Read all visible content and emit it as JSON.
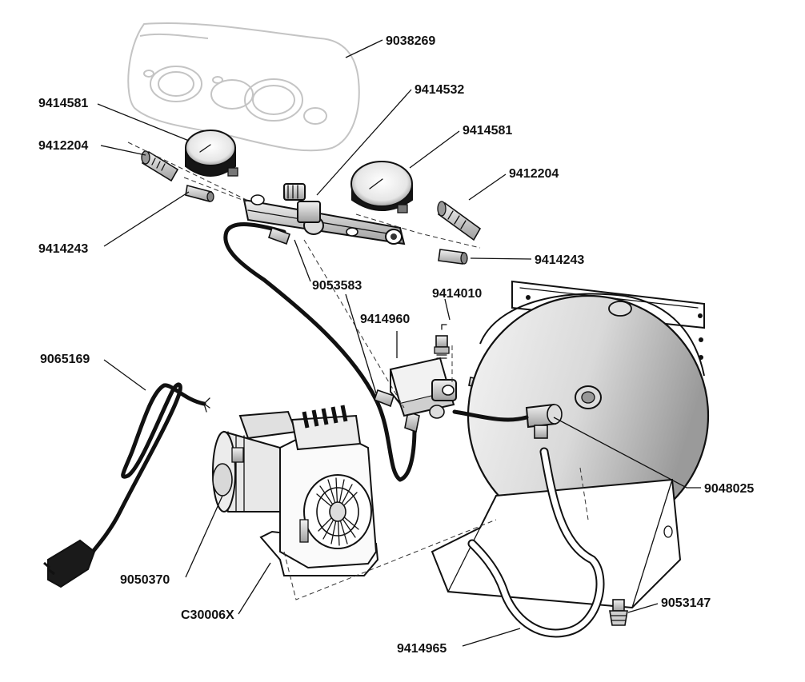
{
  "part_numbers": {
    "cover": "9038269",
    "gauge_left": "9414581",
    "fitting_left": "9412204",
    "nipple_left": "9414243",
    "manifold": "9414532",
    "gauge_right": "9414581",
    "fitting_right": "9412204",
    "nipple_right": "9414243",
    "hose_small": "9053583",
    "safety_valve": "9414010",
    "pressure_switch": "9414960",
    "power_cord": "9065169",
    "check_valve": "9048025",
    "capacitor": "9050370",
    "compressor_unit": "C30006X",
    "drain_valve": "9053147",
    "delivery_tube": "9414965"
  },
  "colors": {
    "ink": "#111111",
    "ghost": "#c4c4c4",
    "background": "#ffffff"
  }
}
